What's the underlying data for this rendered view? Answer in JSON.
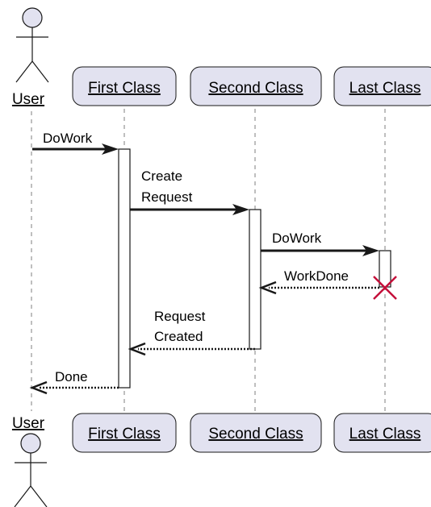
{
  "participants": {
    "user": "User",
    "first": "First Class",
    "second": "Second Class",
    "last": "Last Class"
  },
  "messages": {
    "m1": "DoWork",
    "m2_line1": "Create",
    "m2_line2": "Request",
    "m3": "DoWork",
    "m4": "WorkDone",
    "m5_line1": "Request",
    "m5_line2": "Created",
    "m6": "Done"
  },
  "colors": {
    "participant_fill": "#e2e2f0",
    "outline": "#181818",
    "lifeline": "#7f7f7f",
    "destroy": "#c40f3a"
  }
}
